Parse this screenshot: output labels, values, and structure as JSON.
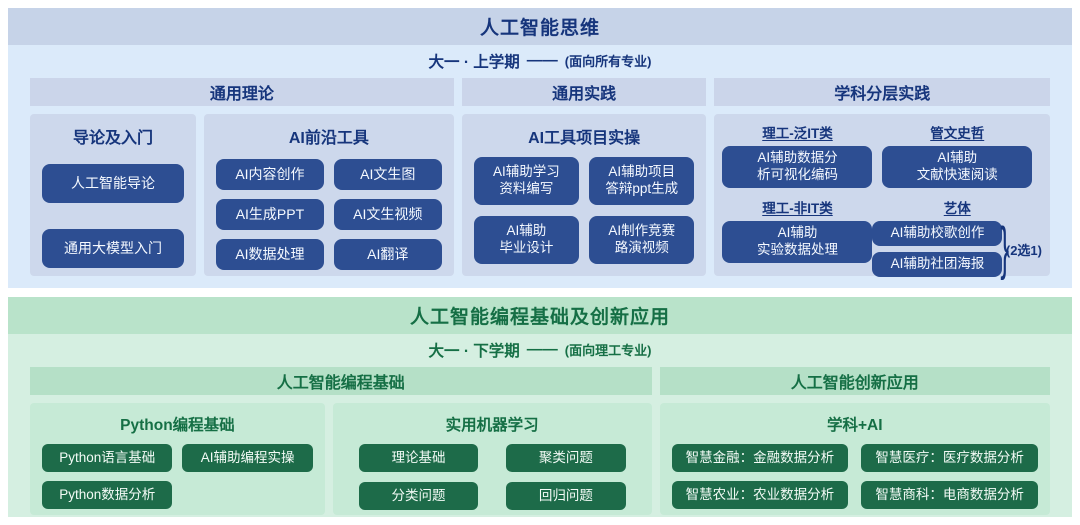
{
  "palette": {
    "blue_section_bg": "#dbeafa",
    "blue_title_band_bg": "#c6d3e8",
    "blue_header_bg": "#cbd5ea",
    "blue_card_bg": "#cdd8ec",
    "blue_pill_bg": "#2d4e92",
    "blue_text": "#16357c",
    "green_section_bg": "#d5efe1",
    "green_title_band_bg": "#b9e3ca",
    "green_header_bg": "#b5e0c7",
    "green_card_bg": "#c6ead6",
    "green_pill_bg": "#1d6b49",
    "green_text": "#156f45",
    "pill_text": "#ffffff"
  },
  "top": {
    "title": "人工智能思维",
    "semester": "大一 · 上学期",
    "dash": "——",
    "audience": "(面向所有专业)",
    "columns": [
      {
        "header": "通用理论"
      },
      {
        "header": "通用实践"
      },
      {
        "header": "学科分层实践"
      }
    ],
    "cards": {
      "intro": {
        "title": "导论及入门",
        "buttons": [
          "人工智能导论",
          "通用大模型入门"
        ]
      },
      "tools": {
        "title": "AI前沿工具",
        "buttons": [
          "AI内容创作",
          "AI文生图",
          "AI生成PPT",
          "AI文生视频",
          "AI数据处理",
          "AI翻译"
        ]
      },
      "practice": {
        "title": "AI工具项目实操",
        "buttons": [
          "AI辅助学习\n资料编写",
          "AI辅助项目\n答辩ppt生成",
          "AI辅助\n毕业设计",
          "AI制作竞赛\n路演视频"
        ]
      },
      "layered": {
        "groups": [
          {
            "label": "理工-泛IT类",
            "button": "AI辅助数据分\n析可视化编码"
          },
          {
            "label": "管文史哲",
            "button": "AI辅助\n文献快速阅读"
          },
          {
            "label": "理工-非IT类",
            "button": "AI辅助\n实验数据处理"
          },
          {
            "label": "艺体",
            "buttons": [
              "AI辅助校歌创作",
              "AI辅助社团海报"
            ],
            "brace": "}",
            "note": "(2选1)"
          }
        ]
      }
    }
  },
  "bottom": {
    "title": "人工智能编程基础及创新应用",
    "semester": "大一 · 下学期",
    "dash": "——",
    "audience": "(面向理工专业)",
    "columns": [
      {
        "header": "人工智能编程基础"
      },
      {
        "header": "人工智能创新应用"
      }
    ],
    "cards": {
      "python": {
        "title": "Python编程基础",
        "buttons": [
          "Python语言基础",
          "AI辅助编程实操",
          "Python数据分析"
        ]
      },
      "ml": {
        "title": "实用机器学习",
        "buttons": [
          "理论基础",
          "聚类问题",
          "分类问题",
          "回归问题"
        ]
      },
      "subject_ai": {
        "title": "学科+AI",
        "buttons": [
          "智慧金融：金融数据分析",
          "智慧医疗：医疗数据分析",
          "智慧农业：农业数据分析",
          "智慧商科：电商数据分析"
        ]
      }
    }
  }
}
